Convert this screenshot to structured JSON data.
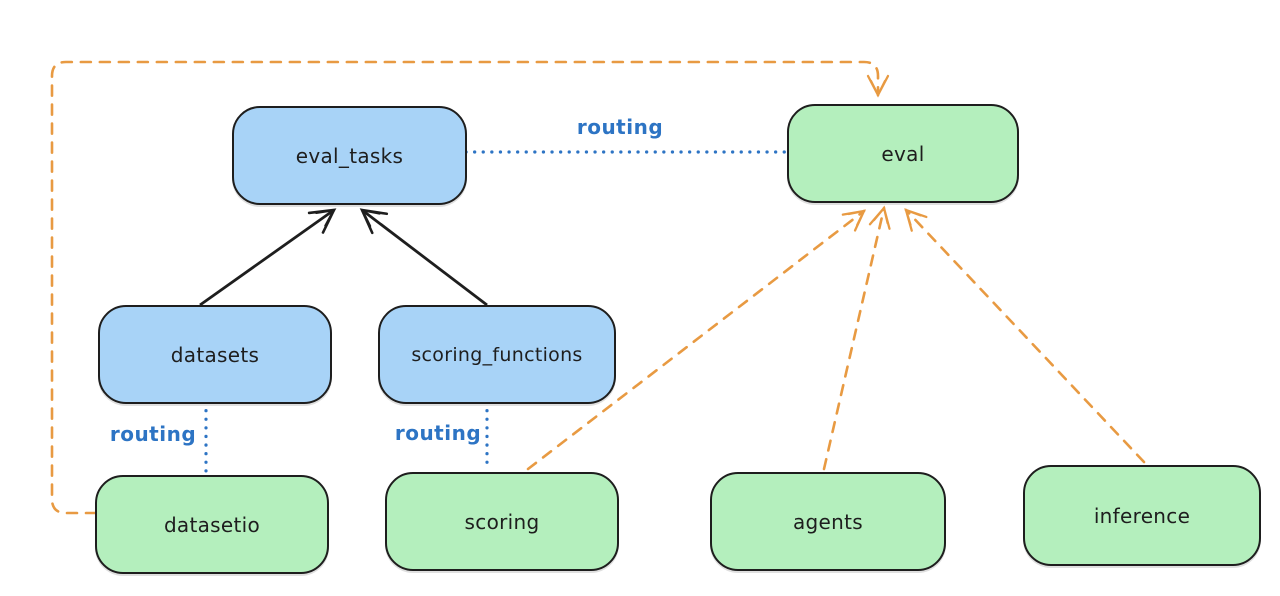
{
  "canvas": {
    "background": "#ffffff"
  },
  "colors": {
    "node_blue_fill": "#a8d3f7",
    "node_green_fill": "#b4efbd",
    "node_border": "#1e1e1e",
    "solid_arrow_black": "#1e1e1e",
    "routing_blue": "#2d74c4",
    "provider_orange": "#e89a42"
  },
  "nodes": [
    {
      "id": "eval_tasks",
      "label": "eval_tasks",
      "color": "blue"
    },
    {
      "id": "datasets",
      "label": "datasets",
      "color": "blue"
    },
    {
      "id": "scoring_functions",
      "label": "scoring_functions",
      "color": "blue"
    },
    {
      "id": "eval",
      "label": "eval",
      "color": "green"
    },
    {
      "id": "datasetio",
      "label": "datasetio",
      "color": "green"
    },
    {
      "id": "scoring",
      "label": "scoring",
      "color": "green"
    },
    {
      "id": "agents",
      "label": "agents",
      "color": "green"
    },
    {
      "id": "inference",
      "label": "inference",
      "color": "green"
    }
  ],
  "edges": [
    {
      "from": "datasets",
      "to": "eval_tasks",
      "style": "solid-black-arrow",
      "label": ""
    },
    {
      "from": "scoring_functions",
      "to": "eval_tasks",
      "style": "solid-black-arrow",
      "label": ""
    },
    {
      "from": "eval_tasks",
      "to": "eval",
      "style": "dotted-blue",
      "label": "routing"
    },
    {
      "from": "datasets",
      "to": "datasetio",
      "style": "dotted-blue",
      "label": "routing"
    },
    {
      "from": "scoring_functions",
      "to": "scoring",
      "style": "dotted-blue",
      "label": "routing"
    },
    {
      "from": "datasetio",
      "to": "eval",
      "style": "dashed-orange-arrow",
      "label": ""
    },
    {
      "from": "scoring",
      "to": "eval",
      "style": "dashed-orange-arrow",
      "label": ""
    },
    {
      "from": "agents",
      "to": "eval",
      "style": "dashed-orange-arrow",
      "label": ""
    },
    {
      "from": "inference",
      "to": "eval",
      "style": "dashed-orange-arrow",
      "label": ""
    }
  ]
}
